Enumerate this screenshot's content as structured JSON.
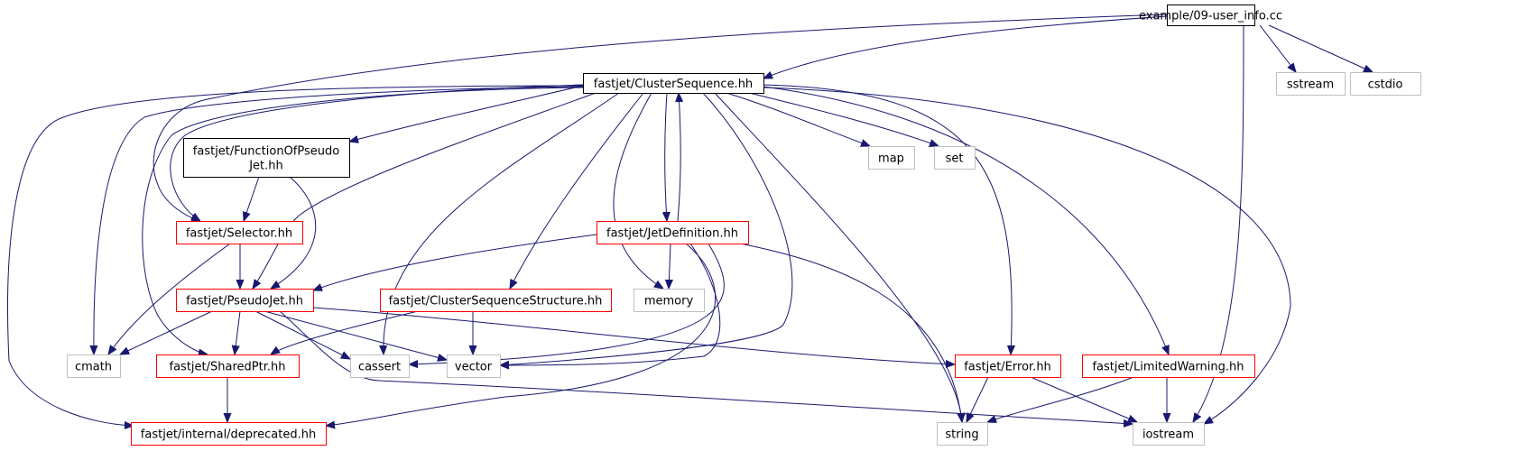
{
  "title": "Include dependency graph for example/09-user_info.cc",
  "colors": {
    "edge": "#191970",
    "root_fill": "#bfbfbf",
    "root_border": "#000000",
    "documented_border": "#000000",
    "red_border": "#ff0000",
    "system_border": "#bfbfbf"
  },
  "nodes": [
    {
      "id": "root",
      "label": [
        "example/09-user_info.cc"
      ],
      "kind": "root"
    },
    {
      "id": "sstream",
      "label": [
        "sstream"
      ],
      "kind": "system"
    },
    {
      "id": "cstdio",
      "label": [
        "cstdio"
      ],
      "kind": "system"
    },
    {
      "id": "clusterseq",
      "label": [
        "fastjet/ClusterSequence.hh"
      ],
      "kind": "documented"
    },
    {
      "id": "funcpj",
      "label": [
        "fastjet/FunctionOfPseudo",
        "Jet.hh"
      ],
      "kind": "documented"
    },
    {
      "id": "map",
      "label": [
        "map"
      ],
      "kind": "system"
    },
    {
      "id": "set",
      "label": [
        "set"
      ],
      "kind": "system"
    },
    {
      "id": "selector",
      "label": [
        "fastjet/Selector.hh"
      ],
      "kind": "red"
    },
    {
      "id": "jetdef",
      "label": [
        "fastjet/JetDefinition.hh"
      ],
      "kind": "red"
    },
    {
      "id": "pseudojet",
      "label": [
        "fastjet/PseudoJet.hh"
      ],
      "kind": "red"
    },
    {
      "id": "csstruct",
      "label": [
        "fastjet/ClusterSequenceStructure.hh"
      ],
      "kind": "red"
    },
    {
      "id": "memory",
      "label": [
        "memory"
      ],
      "kind": "system"
    },
    {
      "id": "cmath",
      "label": [
        "cmath"
      ],
      "kind": "system"
    },
    {
      "id": "sharedptr",
      "label": [
        "fastjet/SharedPtr.hh"
      ],
      "kind": "red"
    },
    {
      "id": "cassert",
      "label": [
        "cassert"
      ],
      "kind": "system"
    },
    {
      "id": "vector",
      "label": [
        "vector"
      ],
      "kind": "system"
    },
    {
      "id": "error",
      "label": [
        "fastjet/Error.hh"
      ],
      "kind": "red"
    },
    {
      "id": "limwarn",
      "label": [
        "fastjet/LimitedWarning.hh"
      ],
      "kind": "red"
    },
    {
      "id": "deprecated",
      "label": [
        "fastjet/internal/deprecated.hh"
      ],
      "kind": "red"
    },
    {
      "id": "string",
      "label": [
        "string"
      ],
      "kind": "system"
    },
    {
      "id": "iostream",
      "label": [
        "iostream"
      ],
      "kind": "system"
    }
  ],
  "edges": [
    [
      "root",
      "clusterseq"
    ],
    [
      "root",
      "selector"
    ],
    [
      "root",
      "sstream"
    ],
    [
      "root",
      "cstdio"
    ],
    [
      "root",
      "iostream"
    ],
    [
      "clusterseq",
      "funcpj"
    ],
    [
      "clusterseq",
      "selector"
    ],
    [
      "clusterseq",
      "pseudojet"
    ],
    [
      "clusterseq",
      "jetdef"
    ],
    [
      "clusterseq",
      "csstruct"
    ],
    [
      "clusterseq",
      "memory"
    ],
    [
      "clusterseq",
      "map"
    ],
    [
      "clusterseq",
      "set"
    ],
    [
      "clusterseq",
      "cmath"
    ],
    [
      "clusterseq",
      "sharedptr"
    ],
    [
      "clusterseq",
      "cassert"
    ],
    [
      "clusterseq",
      "vector"
    ],
    [
      "clusterseq",
      "error"
    ],
    [
      "clusterseq",
      "limwarn"
    ],
    [
      "clusterseq",
      "deprecated"
    ],
    [
      "clusterseq",
      "string"
    ],
    [
      "clusterseq",
      "iostream"
    ],
    [
      "funcpj",
      "selector"
    ],
    [
      "funcpj",
      "pseudojet"
    ],
    [
      "selector",
      "pseudojet"
    ],
    [
      "selector",
      "cmath"
    ],
    [
      "jetdef",
      "clusterseq"
    ],
    [
      "jetdef",
      "pseudojet"
    ],
    [
      "jetdef",
      "memory"
    ],
    [
      "jetdef",
      "string"
    ],
    [
      "jetdef",
      "cassert"
    ],
    [
      "jetdef",
      "vector"
    ],
    [
      "jetdef",
      "deprecated"
    ],
    [
      "pseudojet",
      "cmath"
    ],
    [
      "pseudojet",
      "sharedptr"
    ],
    [
      "pseudojet",
      "cassert"
    ],
    [
      "pseudojet",
      "vector"
    ],
    [
      "pseudojet",
      "error"
    ],
    [
      "pseudojet",
      "iostream"
    ],
    [
      "csstruct",
      "sharedptr"
    ],
    [
      "csstruct",
      "vector"
    ],
    [
      "sharedptr",
      "deprecated"
    ],
    [
      "error",
      "string"
    ],
    [
      "error",
      "iostream"
    ],
    [
      "limwarn",
      "string"
    ],
    [
      "limwarn",
      "iostream"
    ]
  ]
}
